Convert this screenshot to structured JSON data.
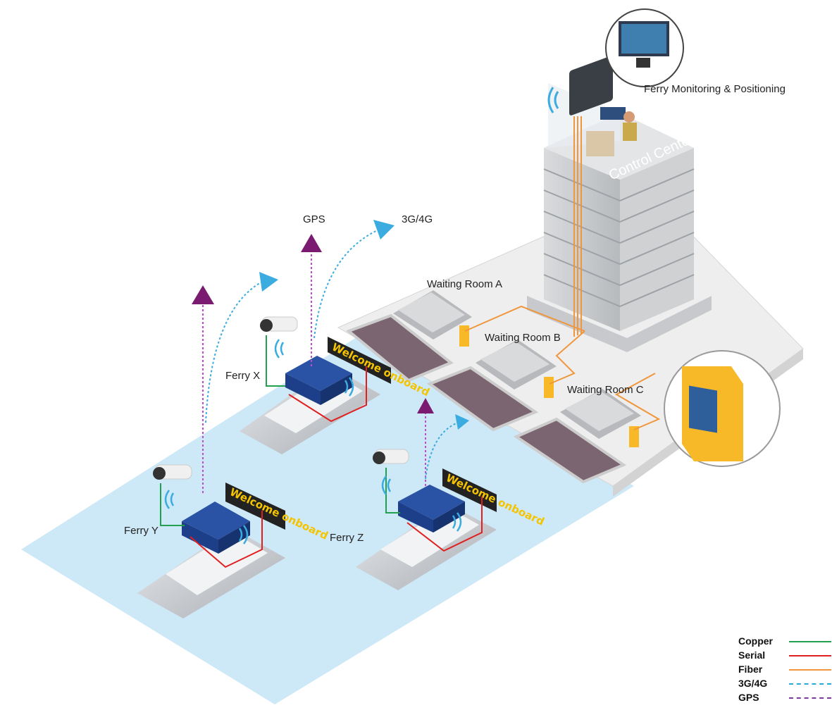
{
  "labels": {
    "ferry_monitoring": "Ferry Monitoring & Positioning",
    "control_center": "Control Center",
    "gps": "GPS",
    "cellular": "3G/4G",
    "waiting_room_a": "Waiting Room A",
    "waiting_room_b": "Waiting Room B",
    "waiting_room_c": "Waiting Room C",
    "ferry_x": "Ferry X",
    "ferry_y": "Ferry Y",
    "ferry_z": "Ferry Z",
    "sign_text": "Welcome onboard"
  },
  "legend": [
    {
      "label": "Copper",
      "color": "#22a050",
      "style": "solid"
    },
    {
      "label": "Serial",
      "color": "#e02020",
      "style": "solid"
    },
    {
      "label": "Fiber",
      "color": "#f0963c",
      "style": "solid"
    },
    {
      "label": "3G/4G",
      "color": "#2aa8d8",
      "style": "dashed"
    },
    {
      "label": "GPS",
      "color": "#7a3aa0",
      "style": "dashed"
    }
  ],
  "colors": {
    "water": "#cde8f7",
    "pier": "#eeeeee",
    "ferry_hull": "#c9cdd2",
    "gateway_device": "#1d3f8a",
    "gps_arrow": "#7a1a70",
    "cellular_arrow": "#3aace0",
    "kiosk": "#f7b928"
  },
  "icons": [
    "cctv-camera-icon",
    "gateway-device-icon",
    "wireless-signal-icon",
    "led-sign-icon",
    "kiosk-icon",
    "video-wall-icon",
    "operator-icon"
  ]
}
